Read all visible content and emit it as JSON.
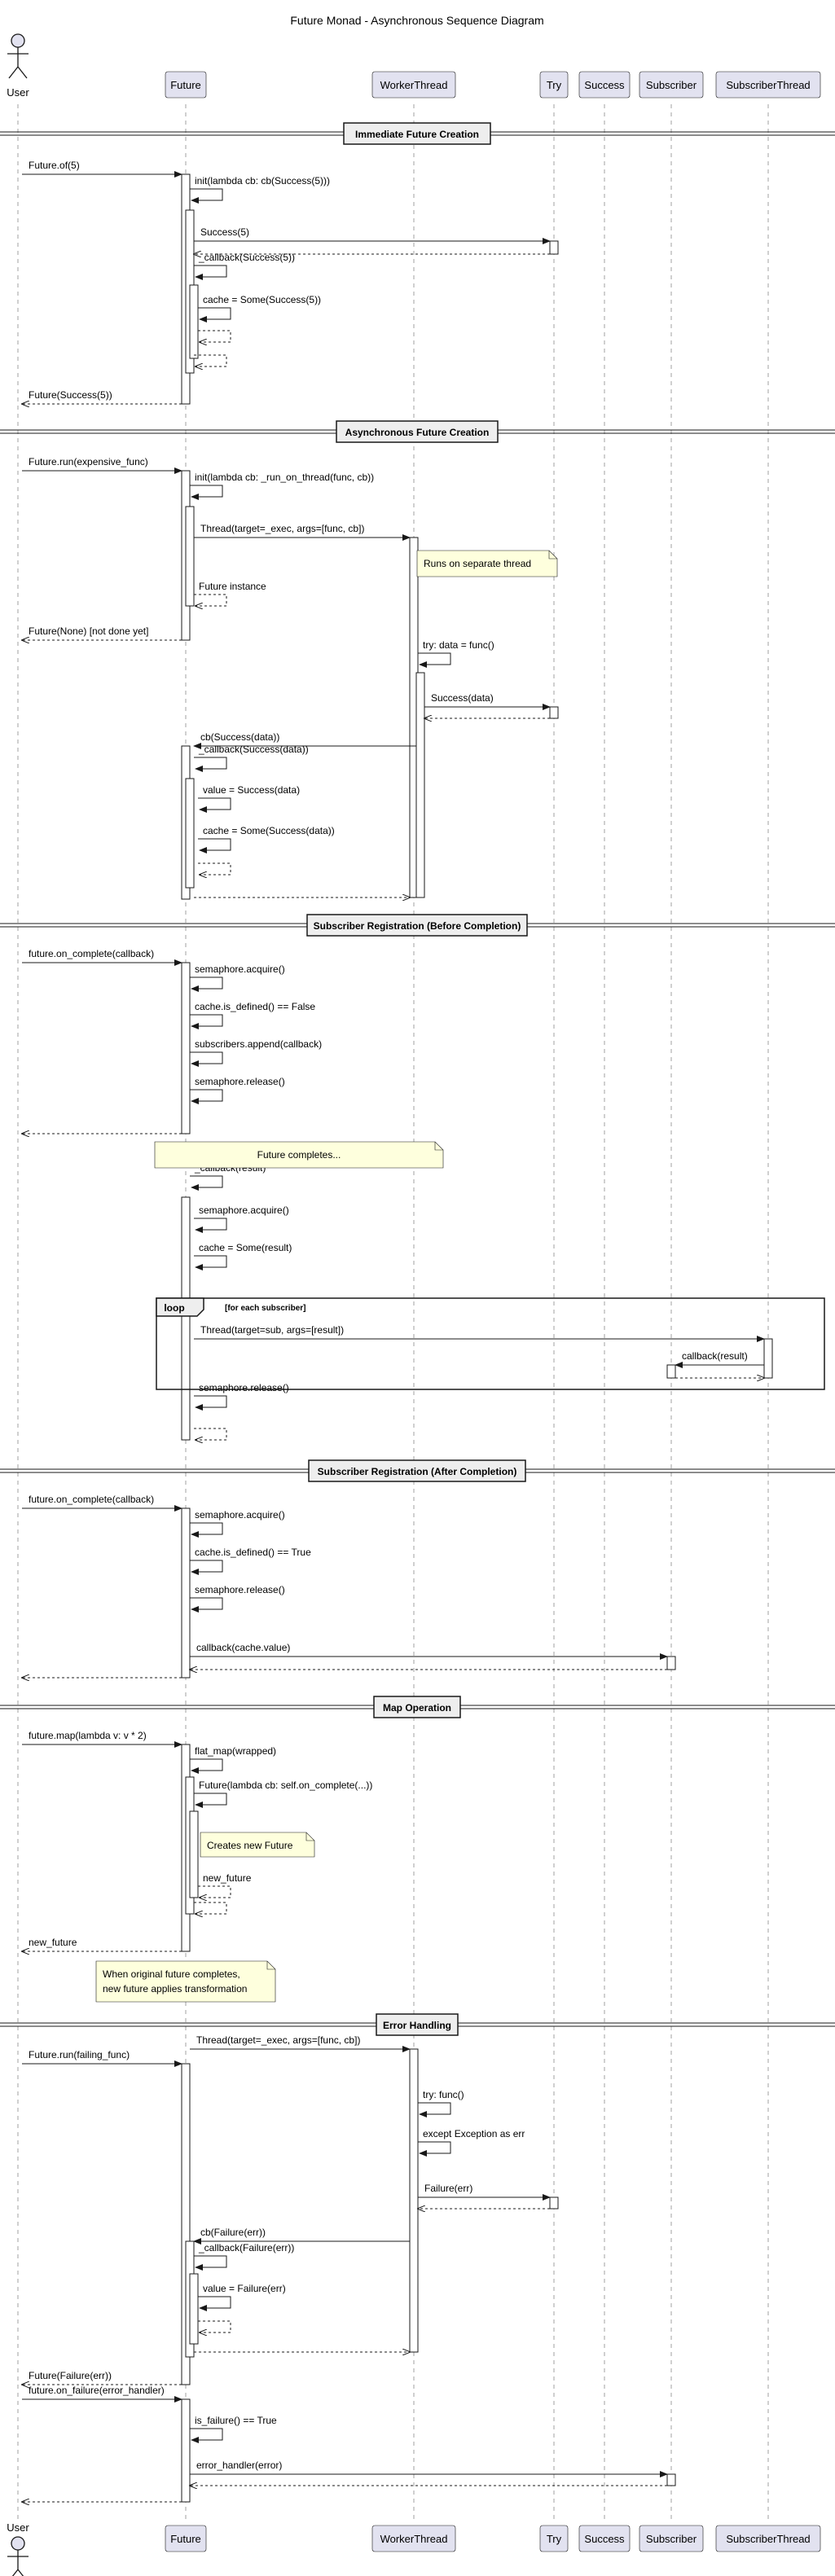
{
  "title": "Future Monad - Asynchronous Sequence Diagram",
  "participants": [
    {
      "id": "user",
      "label": "User",
      "kind": "actor"
    },
    {
      "id": "future",
      "label": "Future",
      "kind": "box"
    },
    {
      "id": "worker",
      "label": "WorkerThread",
      "kind": "box"
    },
    {
      "id": "try",
      "label": "Try",
      "kind": "box"
    },
    {
      "id": "success",
      "label": "Success",
      "kind": "box"
    },
    {
      "id": "subscriber",
      "label": "Subscriber",
      "kind": "box"
    },
    {
      "id": "subthread",
      "label": "SubscriberThread",
      "kind": "box"
    }
  ],
  "sections": [
    "Immediate Future Creation",
    "Asynchronous Future Creation",
    "Subscriber Registration (Before Completion)",
    "Subscriber Registration (After Completion)",
    "Map Operation",
    "Error Handling"
  ],
  "messages": [
    "Future.of(5)",
    "init(lambda cb: cb(Success(5)))",
    "Success(5)",
    "_callback(Success(5))",
    "cache = Some(Success(5))",
    "Future(Success(5))",
    "Future.run(expensive_func)",
    "init(lambda cb: _run_on_thread(func, cb))",
    "Thread(target=_exec, args=[func, cb])",
    "Future instance",
    "Future(None) [not done yet]",
    "try: data = func()",
    "Success(data)",
    "cb(Success(data))",
    "_callback(Success(data))",
    "value = Success(data)",
    "cache = Some(Success(data))",
    "future.on_complete(callback)",
    "semaphore.acquire()",
    "cache.is_defined() == False",
    "subscribers.append(callback)",
    "semaphore.release()",
    "_callback(result)",
    "semaphore.acquire()",
    "cache = Some(result)",
    "Thread(target=sub, args=[result])",
    "callback(result)",
    "semaphore.release()",
    "future.on_complete(callback)",
    "semaphore.acquire()",
    "cache.is_defined() == True",
    "semaphore.release()",
    "callback(cache.value)",
    "future.map(lambda v: v * 2)",
    "flat_map(wrapped)",
    "Future(lambda cb: self.on_complete(...))",
    "new_future",
    "new_future",
    "Future.run(failing_func)",
    "Thread(target=_exec, args=[func, cb])",
    "try: func()",
    "except Exception as err",
    "Failure(err)",
    "cb(Failure(err))",
    "_callback(Failure(err))",
    "value = Failure(err)",
    "Future(Failure(err))",
    "future.on_failure(error_handler)",
    "is_failure() == True",
    "error_handler(error)"
  ],
  "notes": [
    "Runs on separate thread",
    "Future completes...",
    "Creates new Future",
    "When original future completes,\nnew future applies transformation"
  ],
  "loop": {
    "keyword": "loop",
    "guard": "[for each subscriber]"
  },
  "colors": {
    "participant_fill": "#E2E2F0",
    "participant_stroke": "#181818",
    "note_fill": "#FEFFDD",
    "lifeline": "#181818"
  }
}
